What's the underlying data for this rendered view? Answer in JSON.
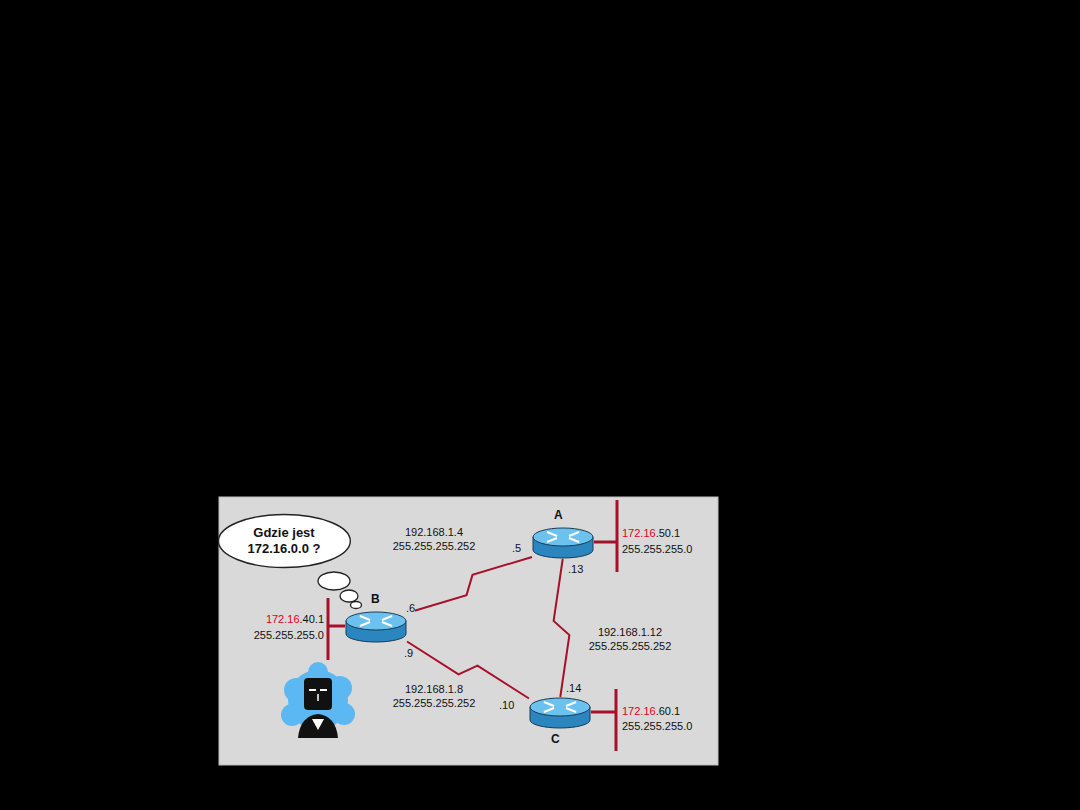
{
  "diagram": {
    "nodes": [
      {
        "text": [
          "Gdzie jest 172.16.0.0 ?"
        ]
      },
      {
        "text": [
          "A"
        ]
      },
      {
        "text": [
          "B"
        ]
      },
      {
        "text": [
          "C"
        ]
      }
    ],
    "edges": [
      {
        "from": 2,
        "to": 1,
        "arrow": "none",
        "label": "192.168.1.4 255.255.255.252"
      },
      {
        "from": 1,
        "to": 3,
        "arrow": "none",
        "label": "192.168.1.12 255.255.255.252"
      },
      {
        "from": 2,
        "to": 3,
        "arrow": "none",
        "label": "192.168.1.8 255.255.255.252"
      }
    ],
    "labels": [
      ".5",
      ".13",
      ".6",
      ".9",
      ".14",
      ".10",
      "172.16",
      ".40.1",
      "255.255.255.0",
      "172.16",
      ".50.1",
      "255.255.255.0",
      "172.16",
      ".60.1",
      "255.255.255.0"
    ]
  }
}
